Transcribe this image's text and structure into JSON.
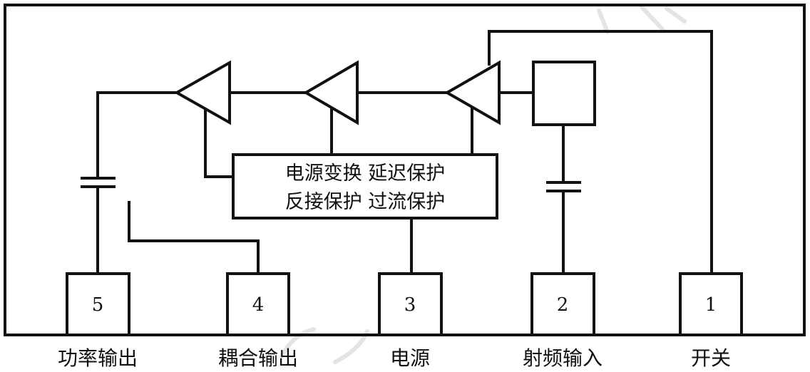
{
  "block": {
    "line1": "电源变换 延迟保护",
    "line2": "反接保护 过流保护"
  },
  "pins": [
    {
      "number": "5",
      "label": "功率输出"
    },
    {
      "number": "4",
      "label": "耦合输出"
    },
    {
      "number": "3",
      "label": "电源"
    },
    {
      "number": "2",
      "label": "射频输入"
    },
    {
      "number": "1",
      "label": "开关"
    }
  ]
}
